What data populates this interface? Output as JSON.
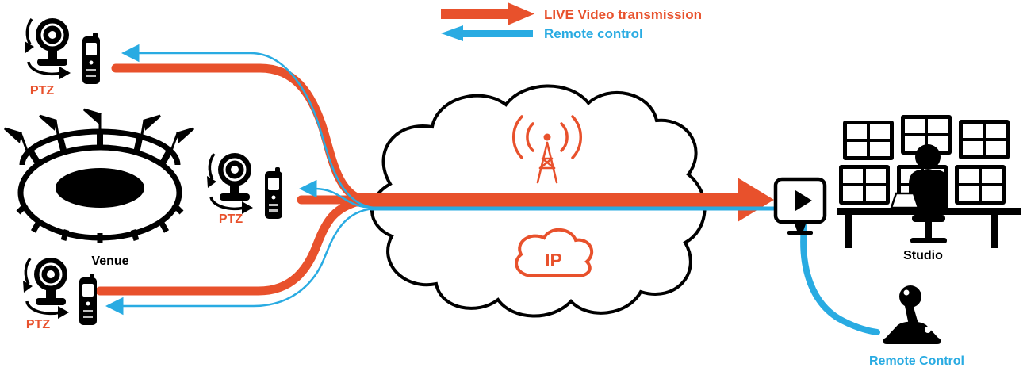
{
  "legend": {
    "live_video_label": "LIVE Video transmission",
    "remote_control_label": "Remote control"
  },
  "venue": {
    "label": "Venue",
    "ptz_top": "PTZ",
    "ptz_middle": "PTZ",
    "ptz_bottom": "PTZ"
  },
  "network": {
    "ip_label": "IP"
  },
  "studio": {
    "label": "Studio",
    "remote_control_label": "Remote Control"
  },
  "colors": {
    "live_video": "#e8512c",
    "remote_control": "#29abe2",
    "icon": "#000000"
  }
}
